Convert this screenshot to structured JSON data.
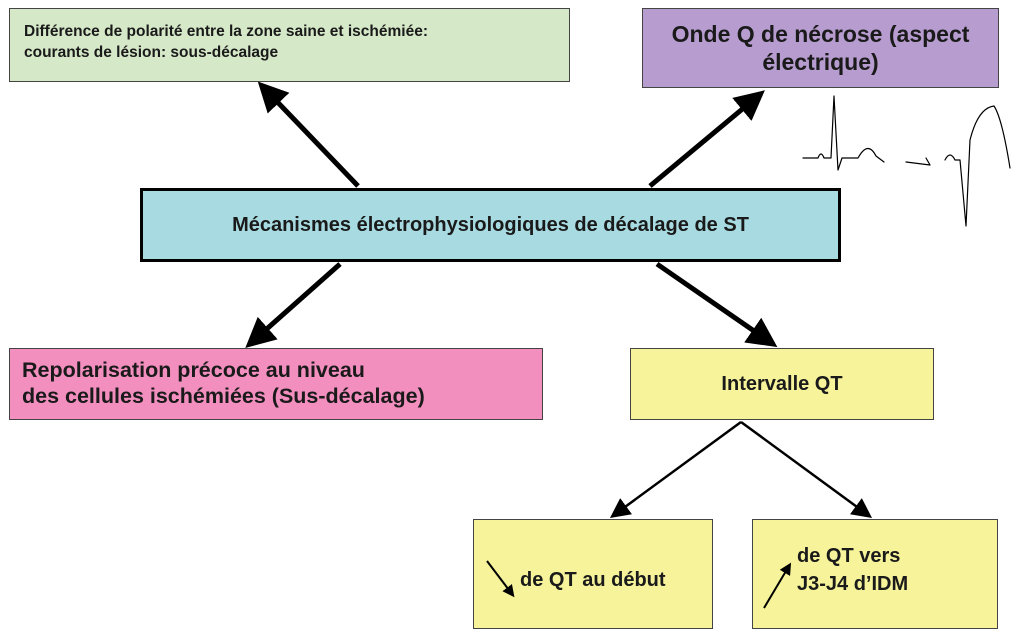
{
  "boxes": {
    "top_left": {
      "lines": [
        "Différence de polarité entre la zone saine et ischémiée:",
        "courants de lésion: sous-décalage"
      ],
      "color": "#d5e8c8"
    },
    "top_right": {
      "lines": [
        "Onde Q de nécrose (aspect",
        "électrique)"
      ],
      "color": "#b79ccf"
    },
    "center": {
      "text": "Mécanismes électrophysiologiques de décalage de ST",
      "color": "#a7dbe1"
    },
    "mid_left": {
      "lines": [
        "Repolarisation précoce au niveau",
        "des cellules ischémiées (Sus-décalage)"
      ],
      "color": "#f38fbf"
    },
    "qt": {
      "text": "Intervalle QT",
      "color": "#f6f39b"
    },
    "bottom_left": {
      "text": "de QT au début",
      "arrow": "down-right-arrow"
    },
    "bottom_right": {
      "lines": [
        "de QT vers",
        "J3-J4 d’IDM"
      ],
      "arrow": "up-right-arrow"
    }
  },
  "ecg_sketch": {
    "description_icon": "ecg-waveform-sketch"
  }
}
